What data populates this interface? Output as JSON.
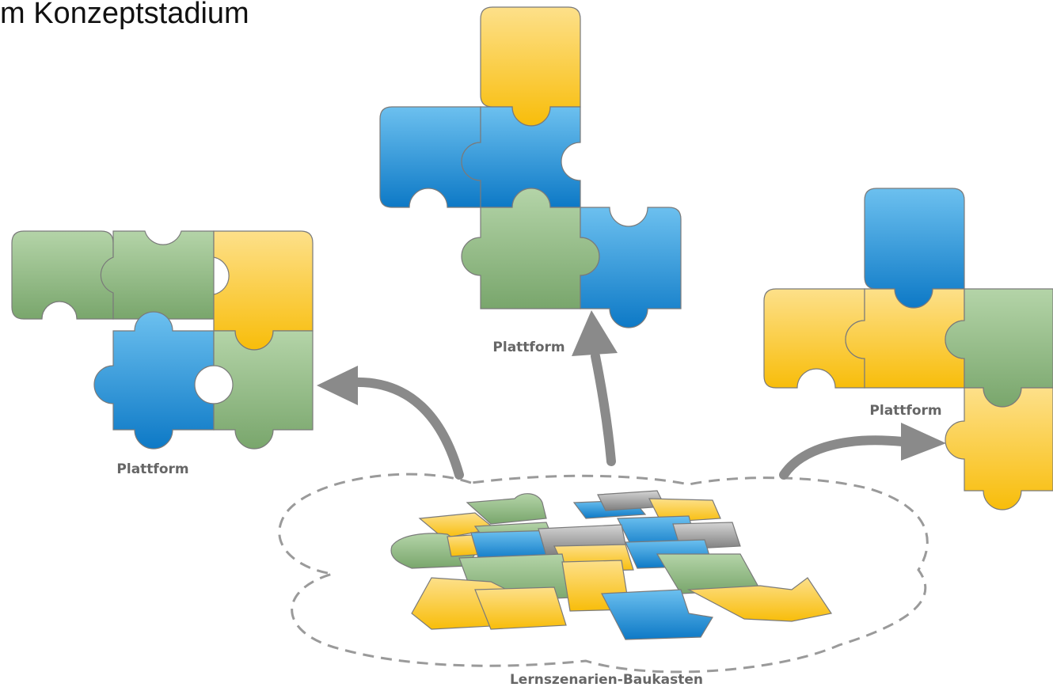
{
  "heading": "m Konzeptstadium",
  "labels": {
    "platform_left": "Plattform",
    "platform_top": "Plattform",
    "platform_right": "Plattform",
    "toolkit": "Lernszenarien-Baukasten"
  },
  "colors": {
    "yellow": "#ffc70f",
    "blue": "#1b8fd6",
    "green": "#8fb985",
    "gray": "#9a9a9a",
    "arrow": "#8a8a8a",
    "dash": "#9a9a9a"
  },
  "icons": [
    "puzzle-piece-icon",
    "curved-arrow-icon",
    "dashed-cloud-outline"
  ]
}
